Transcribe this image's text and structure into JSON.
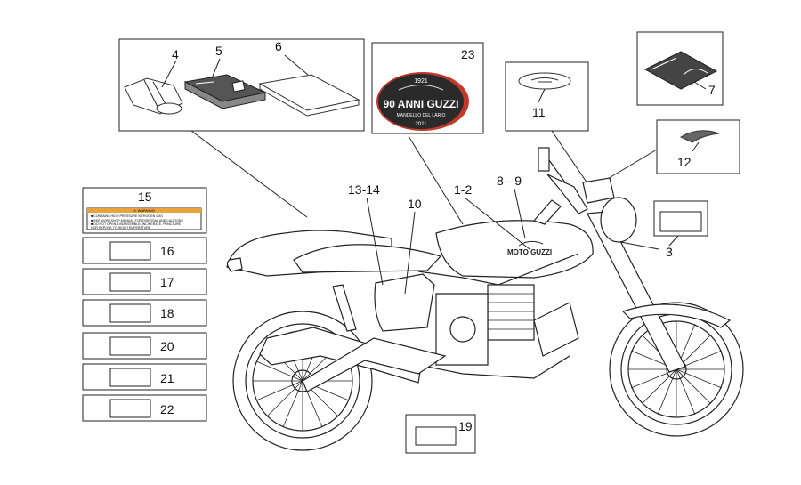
{
  "labels": {
    "l1_2": "1-2",
    "l3": "3",
    "l4": "4",
    "l5": "5",
    "l6": "6",
    "l7": "7",
    "l8_9": "8 - 9",
    "l10": "10",
    "l11": "11",
    "l12": "12",
    "l13_14": "13-14",
    "l15": "15",
    "l16": "16",
    "l17": "17",
    "l18": "18",
    "l19": "19",
    "l20": "20",
    "l21": "21",
    "l22": "22",
    "l23": "23"
  },
  "badge": {
    "year_top": "1921",
    "main": "90 ANNI GUZZI",
    "sub": "MANDELLO DEL LARIO",
    "year_bottom": "2011"
  },
  "tank_logo": "MOTO GUZZI",
  "warning_label": {
    "header": "⚠ WARNING",
    "lines": [
      "■ CONTAINS HIGH PRESSURE NITROGEN GAS",
      "■ SEE WORKSHOP MANUAL FOR DISPOSAL AND CAUTIONS",
      "■ DO NOT OPEN, DISASSEMBLE, INCINERATE, PUNCTURE",
      "  NOR EXPOSE TO HIGH TEMPERATURE"
    ]
  },
  "colors": {
    "line": "#222222",
    "badge_dark": "#2a2a2a",
    "badge_red": "#c0392b",
    "warning_orange": "#e8a33a"
  }
}
